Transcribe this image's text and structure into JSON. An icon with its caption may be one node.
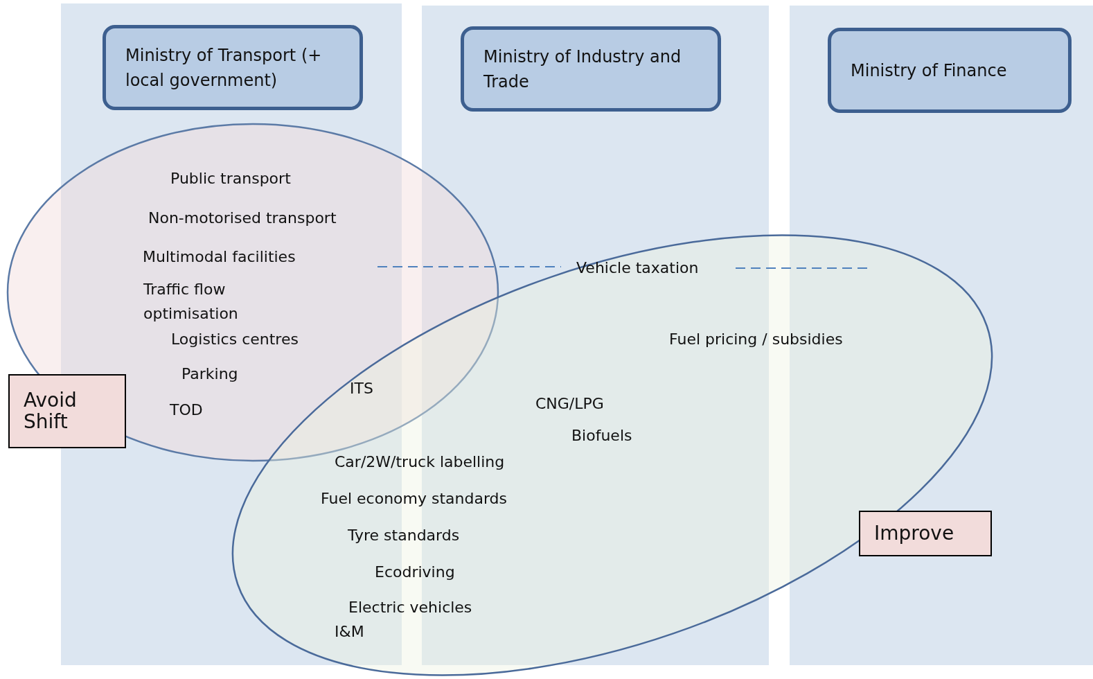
{
  "diagram": {
    "nodes": [
      {
        "text": [
          "Ministry of Transport (+ local government)"
        ]
      },
      {
        "text": [
          "Ministry of Industry and Trade"
        ]
      },
      {
        "text": [
          "Ministry of Finance"
        ]
      },
      {
        "text": [
          "Avoid Shift"
        ]
      },
      {
        "text": [
          "Improve"
        ]
      }
    ],
    "edges": [],
    "labels": [
      "Public transport",
      "Non-motorised transport",
      "Multimodal facilities",
      "Vehicle taxation",
      "Traffic flow optimisation",
      "Logistics centres",
      "Fuel pricing / subsidies",
      "Parking",
      "ITS",
      "TOD",
      "CNG/LPG",
      "Biofuels",
      "Car/2W/truck labelling",
      "Fuel economy standards",
      "Tyre standards",
      "Ecodriving",
      "Electric vehicles",
      "I&M"
    ]
  }
}
